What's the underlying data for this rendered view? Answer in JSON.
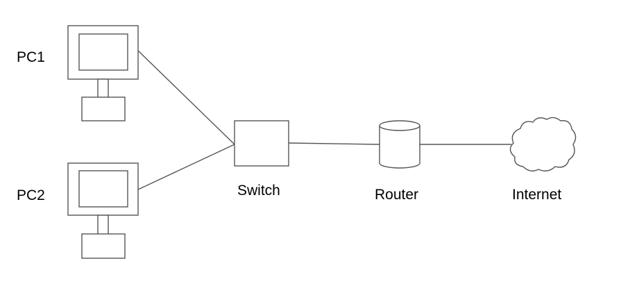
{
  "nodes": {
    "pc1": {
      "label": "PC1"
    },
    "pc2": {
      "label": "PC2"
    },
    "switch": {
      "label": "Switch"
    },
    "router": {
      "label": "Router"
    },
    "internet": {
      "label": "Internet"
    }
  },
  "connections": [
    {
      "from": "pc1",
      "to": "switch"
    },
    {
      "from": "pc2",
      "to": "switch"
    },
    {
      "from": "switch",
      "to": "router"
    },
    {
      "from": "router",
      "to": "internet"
    }
  ],
  "colors": {
    "stroke": "#555555",
    "background": "#ffffff",
    "text": "#000000"
  }
}
